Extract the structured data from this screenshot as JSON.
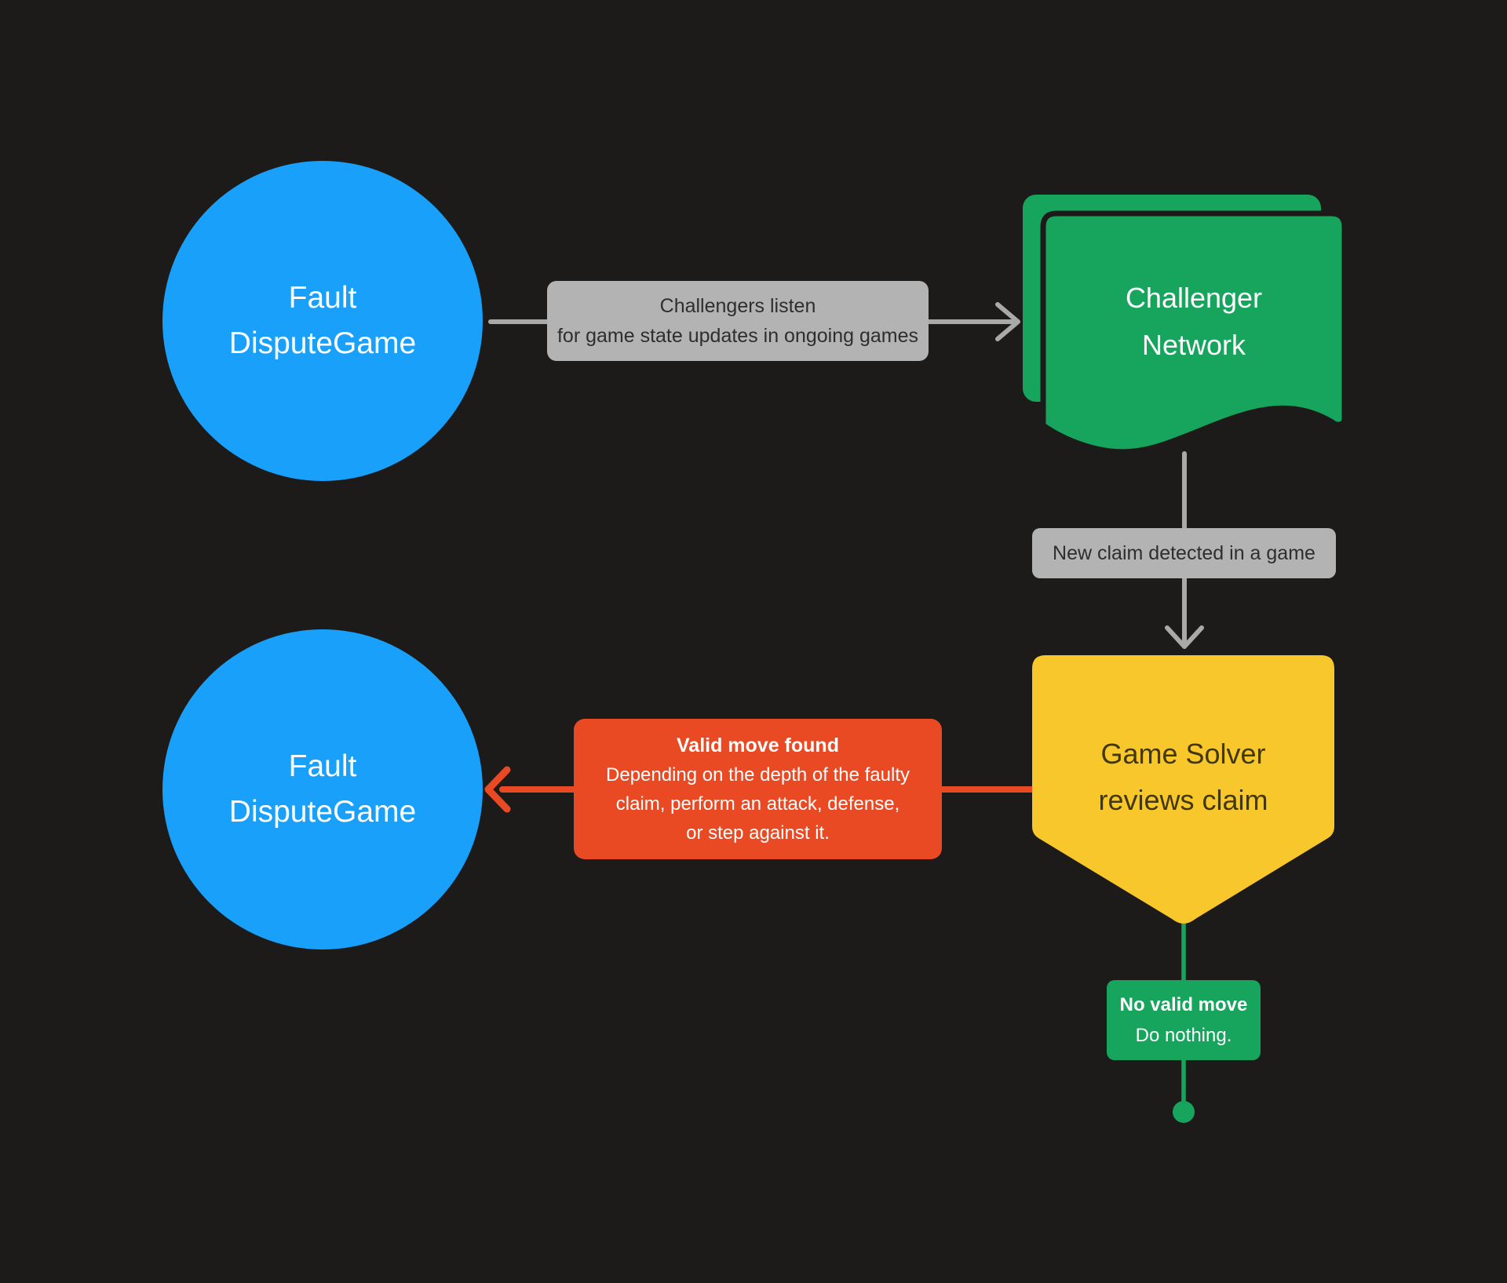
{
  "diagram": {
    "background": "#1C1B1A",
    "nodes": {
      "fault_top": {
        "line1": "Fault",
        "line2": "DisputeGame"
      },
      "challenger_network": {
        "line1": "Challenger",
        "line2": "Network"
      },
      "game_solver": {
        "line1": "Game Solver",
        "line2": "reviews claim"
      },
      "fault_bottom": {
        "line1": "Fault",
        "line2": "DisputeGame"
      }
    },
    "edge_labels": {
      "challengers_listen": {
        "line1": "Challengers listen",
        "line2": "for game state updates in ongoing games"
      },
      "new_claim": {
        "text": "New claim detected in a game"
      },
      "valid_move": {
        "title": "Valid move found",
        "body": "Depending on the depth of the faulty\nclaim, perform an attack, defense,\nor step against it."
      },
      "no_valid_move": {
        "title": "No valid move",
        "body": "Do nothing."
      }
    },
    "colors": {
      "background": "#1C1B1A",
      "node_blue": "#18A0FB",
      "node_green": "#17A45C",
      "node_yellow": "#F8C72B",
      "edge_red": "#E94A23",
      "edge_gray": "#A9A9A9",
      "edge_green": "#17A45C",
      "label_gray_bg": "#B3B3B3",
      "label_gray_text": "#2E2E2E",
      "yellow_text": "#423708",
      "white_text": "#FFFFFF"
    }
  }
}
